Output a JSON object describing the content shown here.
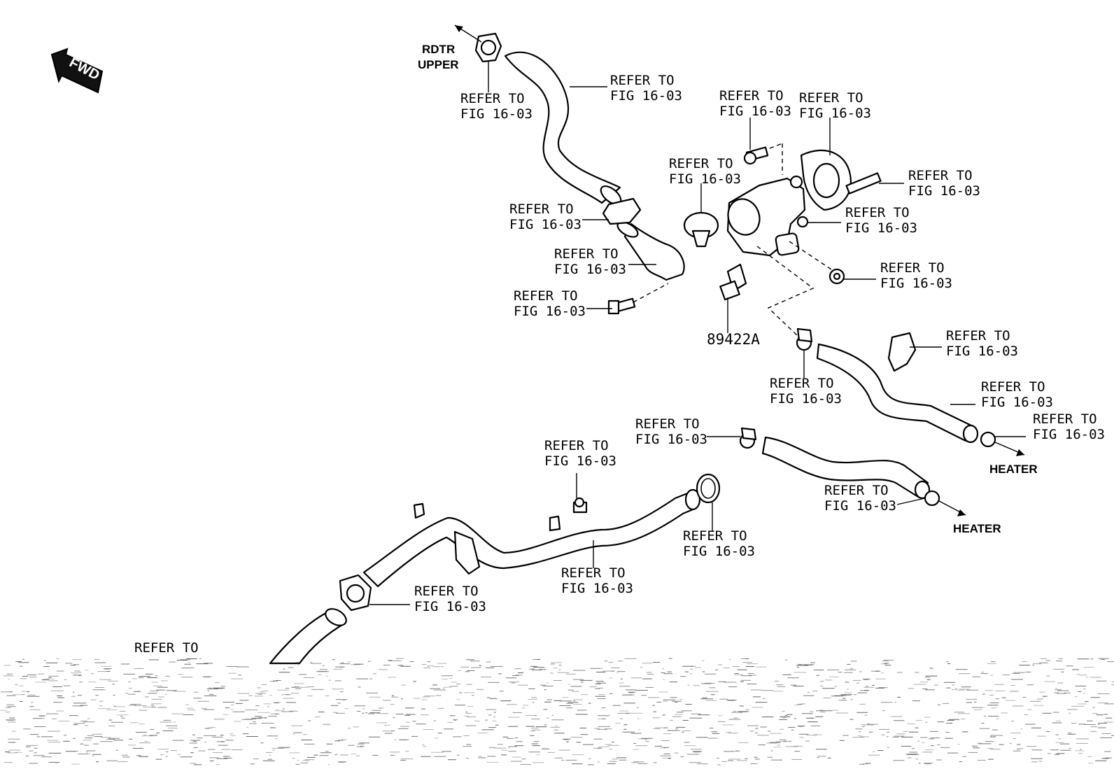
{
  "diagram": {
    "fwd_label": "FWD",
    "callout_line1": "REFER TO",
    "callout_line2": "FIG 16-03",
    "part_number": "89422A",
    "rdtr_label": "RDTR",
    "upper_label": "UPPER",
    "heater_label": "HEATER",
    "callouts": [
      {
        "id": "clamp-rdtr-upper"
      },
      {
        "id": "radiator-upper-hose"
      },
      {
        "id": "bolt-top"
      },
      {
        "id": "gasket-top"
      },
      {
        "id": "thermostat"
      },
      {
        "id": "stud-bolt"
      },
      {
        "id": "hose-clamp-upper"
      },
      {
        "id": "water-inlet-housing"
      },
      {
        "id": "water-outlet-flange"
      },
      {
        "id": "inlet-bolt"
      },
      {
        "id": "bypass-nut"
      },
      {
        "id": "clip-heater"
      },
      {
        "id": "heater-hose-clamp"
      },
      {
        "id": "heater-hose-a"
      },
      {
        "id": "heater-clamp-a"
      },
      {
        "id": "heater-hose-b-clamp"
      },
      {
        "id": "heater-clamp-b"
      },
      {
        "id": "pipe-bolt"
      },
      {
        "id": "o-ring"
      },
      {
        "id": "water-bypass-pipe"
      },
      {
        "id": "lower-hose-clamp"
      }
    ],
    "partial_callout": "REFER TO"
  }
}
